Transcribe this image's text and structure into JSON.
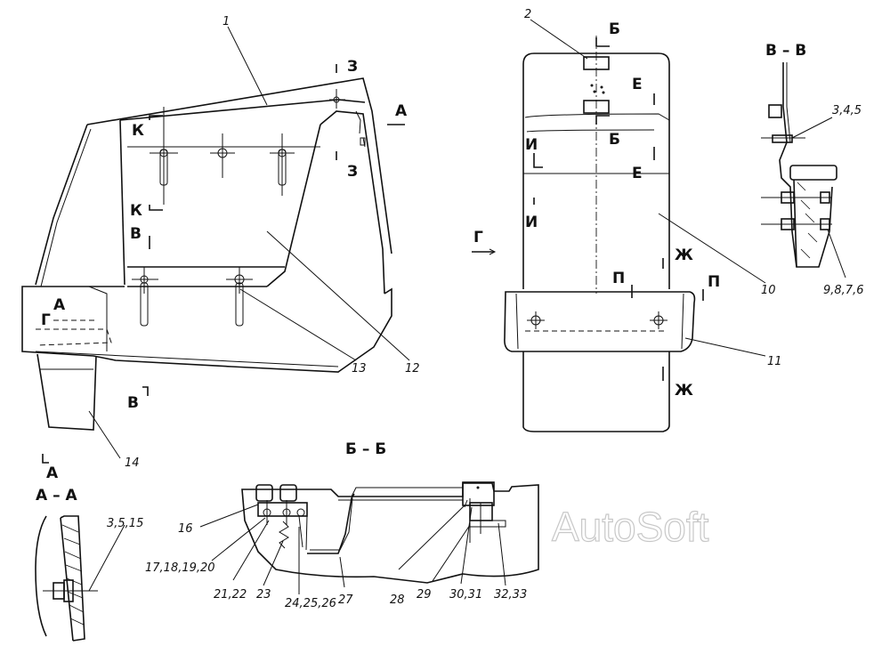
{
  "watermark": "AutoSoft",
  "section_titles": {
    "bb": "Б – Б",
    "vv": "В – В",
    "aa": "А – А"
  },
  "section_markers": {
    "A": "А",
    "B": "Б",
    "V": "В",
    "G": "Г",
    "E": "Е",
    "Zh": "Ж",
    "Z": "З",
    "I": "И",
    "K": "К",
    "P": "П"
  },
  "callouts": {
    "c1": "1",
    "c2": "2",
    "c10": "10",
    "c11": "11",
    "c12": "12",
    "c13": "13",
    "c14": "14",
    "c16": "16",
    "c17": "17,18,19,20",
    "c21": "21,22",
    "c23": "23",
    "c24": "24,25,26",
    "c27": "27",
    "c28": "28",
    "c29": "29",
    "c30": "30,31",
    "c32": "32,33",
    "c345": "3,4,5",
    "c9876": "9,8,7,6",
    "c3515": "3,5,15"
  }
}
